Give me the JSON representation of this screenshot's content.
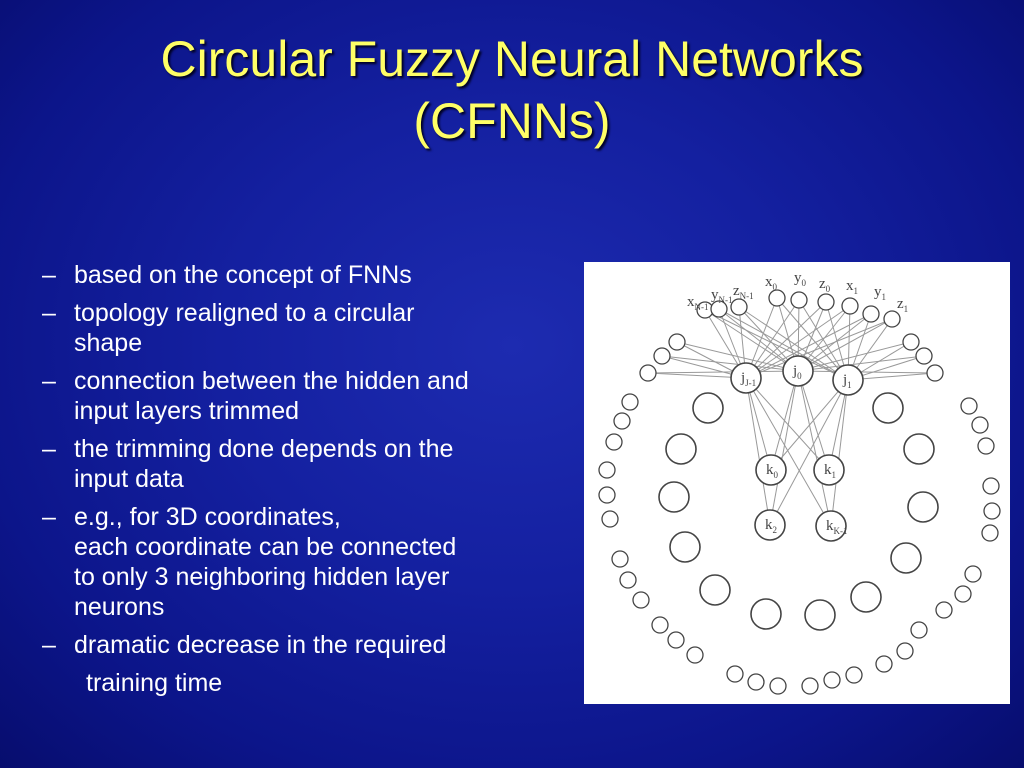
{
  "title": {
    "line1": "Circular Fuzzy Neural Networks",
    "line2": "(CFNNs)"
  },
  "bullets": [
    {
      "lines": [
        "based on the concept of FNNs"
      ]
    },
    {
      "lines": [
        "topology realigned to a circular",
        "shape"
      ]
    },
    {
      "lines": [
        "connection between the hidden and",
        "input layers trimmed"
      ]
    },
    {
      "lines": [
        "the trimming done depends on the",
        "input data"
      ]
    },
    {
      "lines": [
        "e.g., for 3D coordinates,",
        "each coordinate can be connected",
        "to only 3 neighboring hidden layer",
        "neurons"
      ]
    },
    {
      "lines": [
        "dramatic decrease in the required"
      ],
      "continuation": "training time"
    }
  ],
  "bullet_marker": "–",
  "diagram": {
    "input_labels": [
      {
        "base": "x",
        "sub": "N-1"
      },
      {
        "base": "y",
        "sub": "N-1"
      },
      {
        "base": "z",
        "sub": "N-1"
      },
      {
        "base": "x",
        "sub": "0"
      },
      {
        "base": "y",
        "sub": "0"
      },
      {
        "base": "z",
        "sub": "0"
      },
      {
        "base": "x",
        "sub": "1"
      },
      {
        "base": "y",
        "sub": "1"
      },
      {
        "base": "z",
        "sub": "1"
      }
    ],
    "hidden_labels": [
      {
        "base": "j",
        "sub": "J-1"
      },
      {
        "base": "j",
        "sub": "0"
      },
      {
        "base": "j",
        "sub": "1"
      }
    ],
    "output_labels": [
      {
        "base": "k",
        "sub": "0"
      },
      {
        "base": "k",
        "sub": "1"
      },
      {
        "base": "k",
        "sub": "2"
      },
      {
        "base": "k",
        "sub": "K-1"
      }
    ]
  },
  "colors": {
    "title": "#ffff66",
    "text": "#ffffff",
    "background": "#1420a0",
    "diagram_line": "#999999",
    "diagram_node": "#444444"
  }
}
